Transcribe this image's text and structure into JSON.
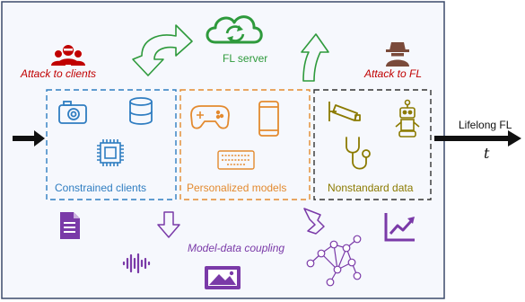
{
  "labels": {
    "fl_server": "FL server",
    "attack_clients": "Attack to clients",
    "attack_fl": "Attack to FL",
    "constrained_clients": "Constrained clients",
    "personalized_models": "Personalized models",
    "nonstandard_data": "Nonstandard data",
    "model_data_coupling": "Model-data coupling",
    "lifelong_fl": "Lifelong FL",
    "time_symbol": "t"
  },
  "colors": {
    "panel_border": "#3b4a6b",
    "panel_fill": "#f6f8fd",
    "red": "#c00000",
    "green": "#2e9a3c",
    "blue": "#2f7dc1",
    "orange": "#e38a2f",
    "olive": "#8b7a00",
    "purple": "#7a3aa8",
    "brown": "#7a4a3a"
  },
  "icons": [
    "cloud-sync-icon",
    "attackers-group-icon",
    "hacker-icon",
    "camera-icon",
    "database-icon",
    "chip-icon",
    "gamepad-icon",
    "smartphone-icon",
    "keyboard-icon",
    "security-camera-icon",
    "robot-icon",
    "stethoscope-icon",
    "document-icon",
    "audio-wave-icon",
    "image-icon",
    "network-graph-icon",
    "trend-chart-icon"
  ]
}
